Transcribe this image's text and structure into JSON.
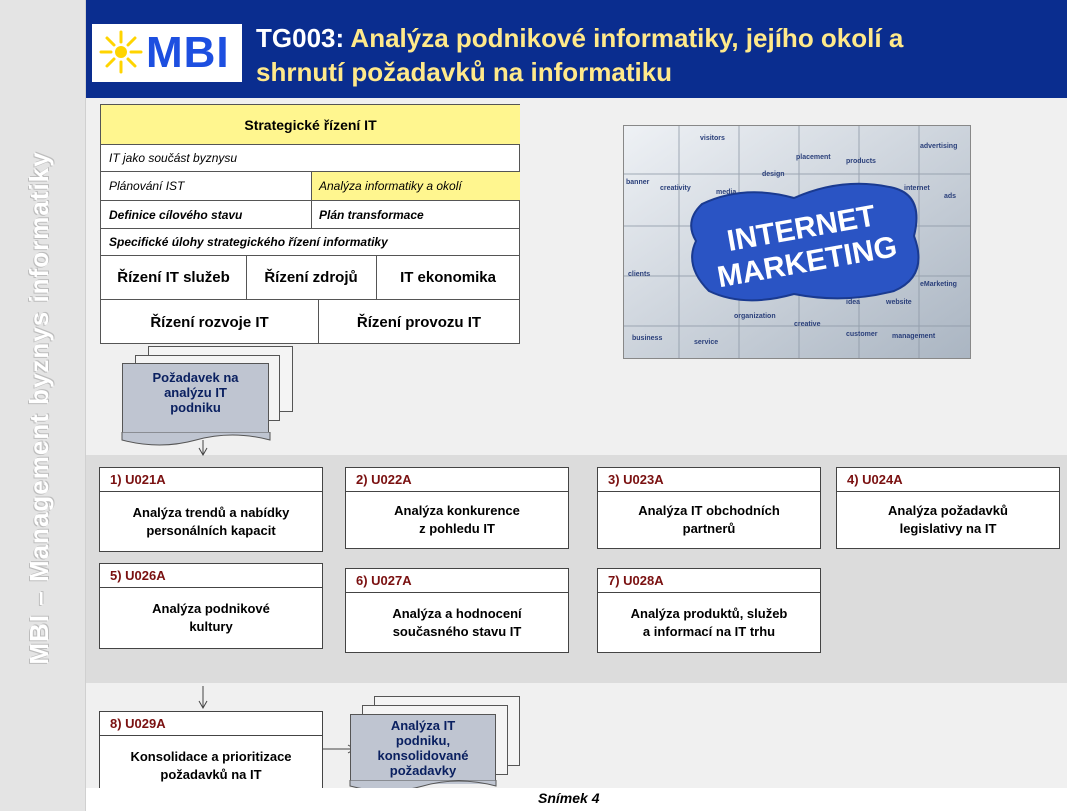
{
  "sidebar": {
    "text": "MBI – Management byznys informatiky"
  },
  "header": {
    "logo_text": "MBI",
    "title_code": "TG003:",
    "title_line1": "Analýza podnikové informatiky, jejího okolí a",
    "title_line2": "shrnutí požadavků na informatiku"
  },
  "strategy_table": {
    "title": "Strategické řízení IT",
    "row1": "IT jako součást byznysu",
    "row2_left": "Plánování IST",
    "row2_right": "Analýza informatiky a okolí",
    "row3_left": "Definice cílového stavu",
    "row3_right": "Plán transformace",
    "row4": "Specifické úlohy strategického řízení informatiky",
    "row5": [
      "Řízení IT služeb",
      "Řízení  zdrojů",
      "IT ekonomika"
    ],
    "row6": [
      "Řízení rozvoje IT",
      "Řízení provozu IT"
    ]
  },
  "photo": {
    "main_line1": "INTERNET",
    "main_line2": "MARKETING",
    "words": [
      "visitors",
      "placement",
      "products",
      "advertising",
      "banner",
      "creativity",
      "design",
      "internet",
      "media",
      "ads",
      "clients",
      "eMarketing",
      "idea",
      "website",
      "organization",
      "creative",
      "business",
      "service",
      "customer",
      "management"
    ]
  },
  "input_doc": {
    "line1": "Požadavek na",
    "line2": "analýzu IT",
    "line3": "podniku"
  },
  "tasks": [
    {
      "header": "1)  U021A",
      "line1": "Analýza trendů a nabídky",
      "line2": "personálních kapacit"
    },
    {
      "header": "2)  U022A",
      "line1": "Analýza  konkurence",
      "line2": "z pohledu IT"
    },
    {
      "header": "3)  U023A",
      "line1": "Analýza  IT obchodních",
      "line2": "partnerů"
    },
    {
      "header": "4)  U024A",
      "line1": "Analýza  požadavků",
      "line2": "legislativy na IT"
    },
    {
      "header": "5)  U026A",
      "line1": "Analýza  podnikové",
      "line2": "kultury"
    },
    {
      "header": "6)  U027A",
      "line1": "Analýza  a hodnocení",
      "line2": "současného stavu IT"
    },
    {
      "header": "7)  U028A",
      "line1": "Analýza  produktů, služeb",
      "line2": "a informací na IT trhu"
    },
    {
      "header": "8)  U029A",
      "line1": "Konsolidace a prioritizace",
      "line2": "požadavků na IT"
    }
  ],
  "output_doc": {
    "line1": "Analýza IT",
    "line2": "podniku,",
    "line3": "konsolidované",
    "line4": "požadavky"
  },
  "footer": {
    "slide": "Snímek  4"
  },
  "colors": {
    "header_bg": "#0a2d8f",
    "title_accent": "#ffe98a",
    "highlight": "#fff68f",
    "task_code": "#7a1010",
    "doc_text": "#0a2060"
  }
}
